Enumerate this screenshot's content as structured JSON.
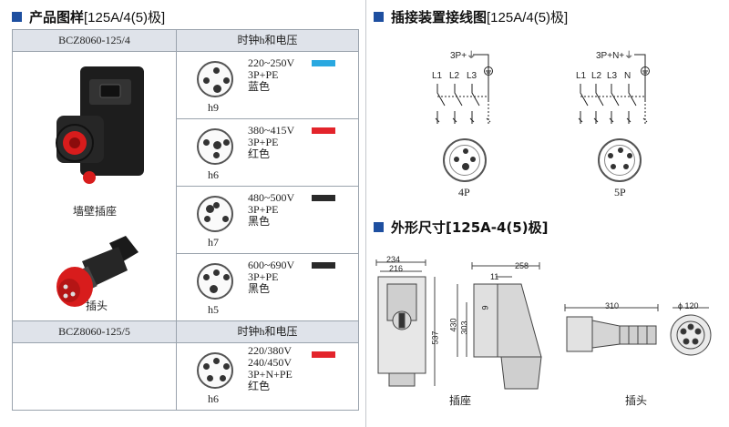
{
  "left": {
    "title_bold": "产品图样",
    "title_norm": "[125A/4(5)极]",
    "table": {
      "model1": "BCZ8060-125/4",
      "col2_header": "时钟h和电压",
      "model2": "BCZ8060-125/5",
      "col2_header_2": "时钟h和电压",
      "caption_socket": "墙壁插座",
      "caption_plug": "插头",
      "rows": [
        {
          "clock": "h9",
          "lines": [
            "220~250V",
            "3P+PE",
            "蓝色"
          ],
          "color": "#2aa8e0"
        },
        {
          "clock": "h6",
          "lines": [
            "380~415V",
            "3P+PE",
            "红色"
          ],
          "color": "#e3242b"
        },
        {
          "clock": "h7",
          "lines": [
            "480~500V",
            "3P+PE",
            "黑色"
          ],
          "color": "#2a2a2a"
        },
        {
          "clock": "h5",
          "lines": [
            "600~690V",
            "3P+PE",
            "黑色"
          ],
          "color": "#2a2a2a"
        }
      ],
      "row5": {
        "clock": "h6",
        "lines": [
          "220/380V",
          "240/450V",
          "3P+N+PE",
          "红色"
        ],
        "color": "#e3242b"
      }
    }
  },
  "wiring": {
    "title_bold": "插接装置接线图",
    "title_norm": "[125A/4(5)极]",
    "d4p": {
      "top": "3P+⏚",
      "labels": [
        "L1",
        "L2",
        "L3"
      ],
      "name": "4P"
    },
    "d5p": {
      "top": "3P+N+⏚",
      "labels": [
        "L1",
        "L2",
        "L3",
        "N"
      ],
      "name": "5P"
    }
  },
  "dims": {
    "title_bold": "外形尺寸",
    "title_norm": "[125A-4(5)极]",
    "socket": {
      "w1": "234",
      "w2": "216",
      "h1": "537",
      "d1": "258",
      "d2": "11",
      "d3": "9",
      "d4": "430",
      "d5": "303",
      "caption": "插座"
    },
    "plug": {
      "len": "310",
      "dia": "ϕ 120",
      "caption": "插头"
    }
  }
}
